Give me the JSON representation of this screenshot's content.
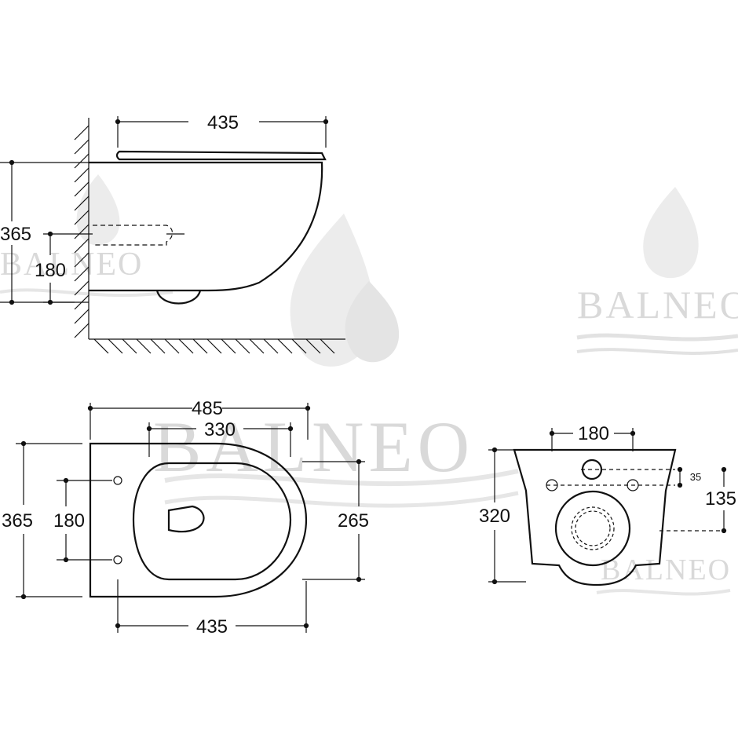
{
  "watermark": {
    "brand": "BALNEO"
  },
  "colors": {
    "line": "#111111",
    "watermark": "#d9d9d9",
    "background": "#ffffff"
  },
  "side_view": {
    "depth": "435",
    "height": "365",
    "outlet_height": "180"
  },
  "top_view": {
    "width": "485",
    "seat_width": "330",
    "height": "365",
    "bolt_spacing": "180",
    "seat_length": "265",
    "depth": "435"
  },
  "rear_view": {
    "bolt_spacing": "180",
    "height": "320",
    "top_offset": "35",
    "bolt_height": "135"
  }
}
